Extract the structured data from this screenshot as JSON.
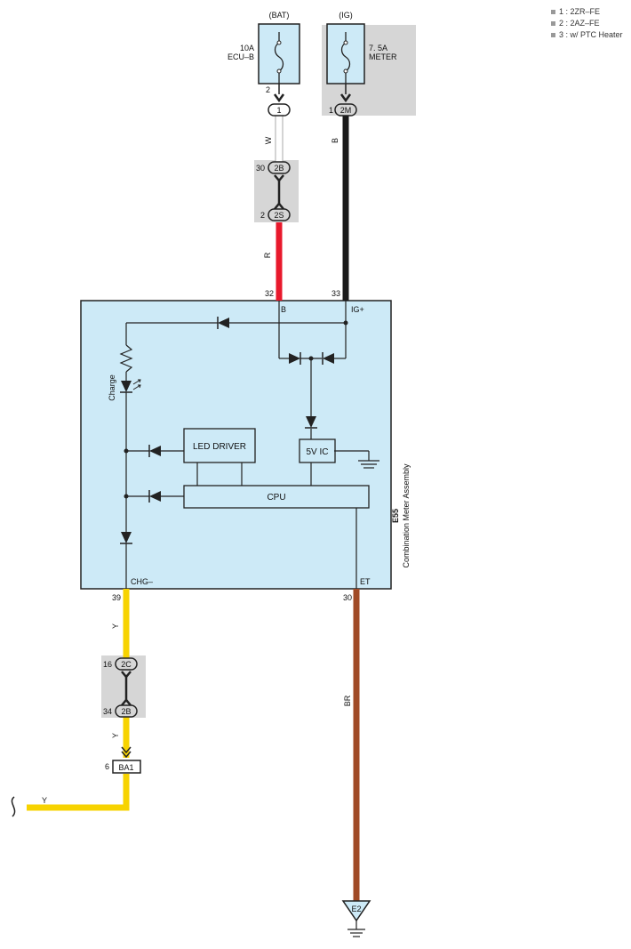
{
  "notes": [
    "1 : 2ZR–FE",
    "2 : 2AZ–FE",
    "3 : w/ PTC Heater"
  ],
  "fuses": {
    "bat": {
      "source": "(BAT)",
      "rating": "10A",
      "name": "ECU–B",
      "pin": "2"
    },
    "ig": {
      "source": "(IG)",
      "rating": "7. 5A",
      "name": "METER",
      "pin": "1"
    }
  },
  "connectors": {
    "c1": {
      "label": "1"
    },
    "c2m": {
      "label": "2M"
    },
    "c2b_top": {
      "label": "2B",
      "pin": "30"
    },
    "c2s": {
      "label": "2S",
      "pin": "2"
    },
    "c2c": {
      "label": "2C",
      "pin": "16"
    },
    "c2b_bottom": {
      "label": "2B",
      "pin": "34"
    },
    "ba1": {
      "label": "BA1",
      "pin": "6"
    }
  },
  "wires": {
    "w_white": "W",
    "w_black": "B",
    "w_red": "R",
    "w_yellow_1": "Y",
    "w_yellow_2": "Y",
    "w_yellow_3": "Y",
    "w_brown": "BR"
  },
  "component": {
    "id": "E55",
    "name": "Combination Meter Assembly",
    "terminals": {
      "b": {
        "name": "B",
        "pin": "32"
      },
      "ig": {
        "name": "IG+",
        "pin": "33"
      },
      "chg": {
        "name": "CHG–",
        "pin": "39"
      },
      "et": {
        "name": "ET",
        "pin": "30"
      }
    },
    "blocks": {
      "led_driver": "LED DRIVER",
      "ic5v": "5V IC",
      "cpu": "CPU"
    },
    "lamp": "Charge"
  },
  "ground": {
    "label": "E2"
  },
  "colors": {
    "component_fill": "#cdeaf7",
    "connector_fill": "#d6d6d6",
    "wire_red": "#e8192c",
    "wire_black": "#1a1a1a",
    "wire_yellow": "#f7d300",
    "wire_brown": "#a04a26",
    "wire_white": "#c8c8c8"
  }
}
